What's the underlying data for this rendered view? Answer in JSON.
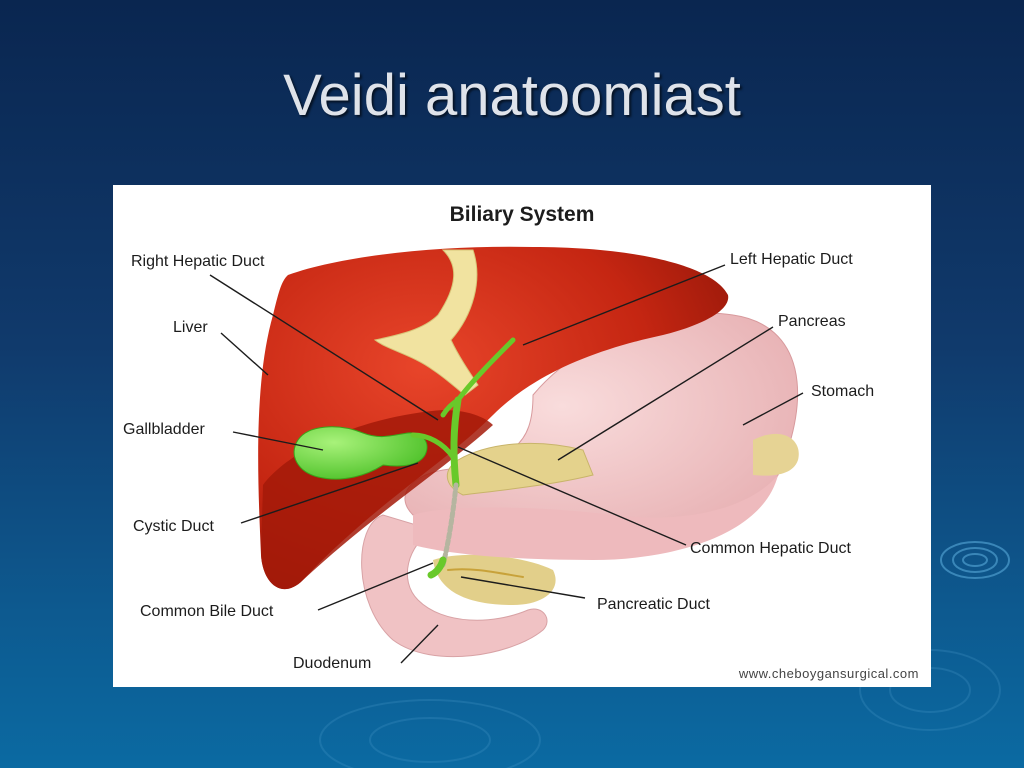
{
  "slide": {
    "title": "Veidi anatoomiast"
  },
  "figure": {
    "title": "Biliary System",
    "credit": "www.cheboygansurgical.com",
    "labels": {
      "right_hepatic_duct": "Right Hepatic Duct",
      "left_hepatic_duct": "Left Hepatic Duct",
      "liver": "Liver",
      "pancreas": "Pancreas",
      "stomach": "Stomach",
      "gallbladder": "Gallbladder",
      "cystic_duct": "Cystic Duct",
      "common_hepatic_duct": "Common Hepatic Duct",
      "common_bile_duct": "Common Bile Duct",
      "pancreatic_duct": "Pancreatic Duct",
      "duodenum": "Duodenum"
    }
  },
  "colors": {
    "liver": "#c82a12",
    "liver_dark": "#8e1508",
    "stomach": "#f0c4c6",
    "pancreas": "#e2d28e",
    "gallbladder": "#5fd636",
    "ducts": "#6fcf2c",
    "ligament": "#f1e3a0"
  }
}
